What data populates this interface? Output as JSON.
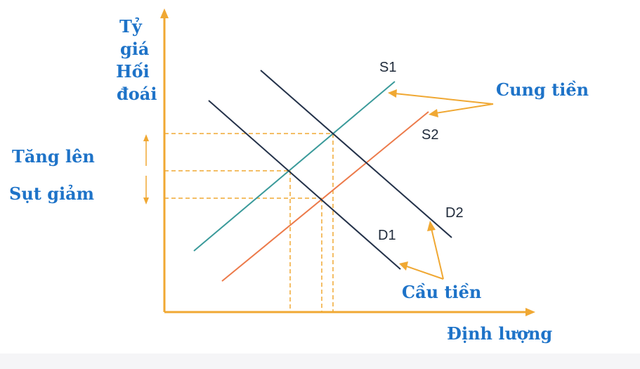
{
  "axes": {
    "y_label_lines": [
      "Tỷ",
      "giá",
      "Hối",
      "đoái"
    ],
    "x_label": "Định lượng",
    "axis_color": "#f0a833"
  },
  "side_labels": {
    "increase": "Tăng lên",
    "decrease": "Sụt giảm",
    "arrow_color": "#f0a833"
  },
  "curves": {
    "s1": {
      "label": "S1",
      "color": "#3a9a9a"
    },
    "s2": {
      "label": "S2",
      "color": "#ec7a4a"
    },
    "d1": {
      "label": "D1",
      "color": "#24324a"
    },
    "d2": {
      "label": "D2",
      "color": "#24324a"
    }
  },
  "callouts": {
    "supply": "Cung tiền",
    "demand": "Cầu tiền",
    "color": "#f0a833"
  },
  "guide_color": "#f0a833",
  "label_color": "#1e73c8"
}
